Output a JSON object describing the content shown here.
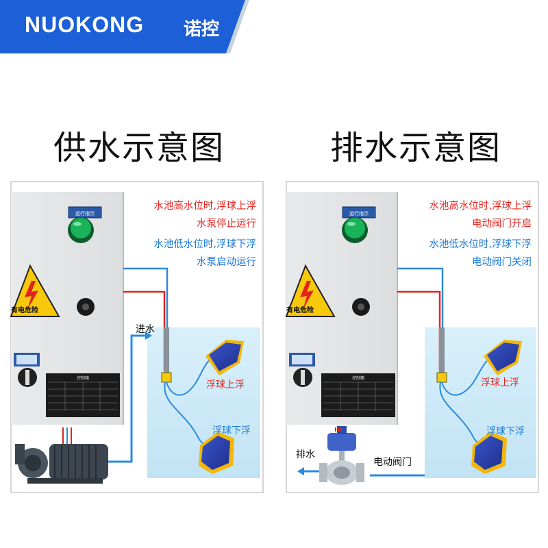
{
  "brand": {
    "name": "NUOKONG",
    "name_cn": "诺控"
  },
  "left": {
    "title": "供水示意图",
    "high_line1": "水池高水位时,浮球上浮",
    "high_line2": "水泵停止运行",
    "low_line1": "水池低水位时,浮球下浮",
    "low_line2": "水泵启动运行",
    "float_up": "浮球上浮",
    "float_down": "浮球下浮",
    "inlet": "进水"
  },
  "right": {
    "title": "排水示意图",
    "high_line1": "水池高水位时,浮球上浮",
    "high_line2": "电动阀门开启",
    "low_line1": "水池低水位时,浮球下浮",
    "low_line2": "电动阀门关闭",
    "float_up": "浮球上浮",
    "float_down": "浮球下浮",
    "drain": "排水",
    "valve": "电动阀门"
  },
  "box": {
    "warning": "有电危险",
    "indicator": "运行指示",
    "nameplate": "控制箱"
  },
  "colors": {
    "banner": "#1d5fd6",
    "water": "#cfeaf8",
    "red_text": "#e8231e",
    "blue_text": "#1a78d8",
    "cable": "#2a8ae0"
  }
}
